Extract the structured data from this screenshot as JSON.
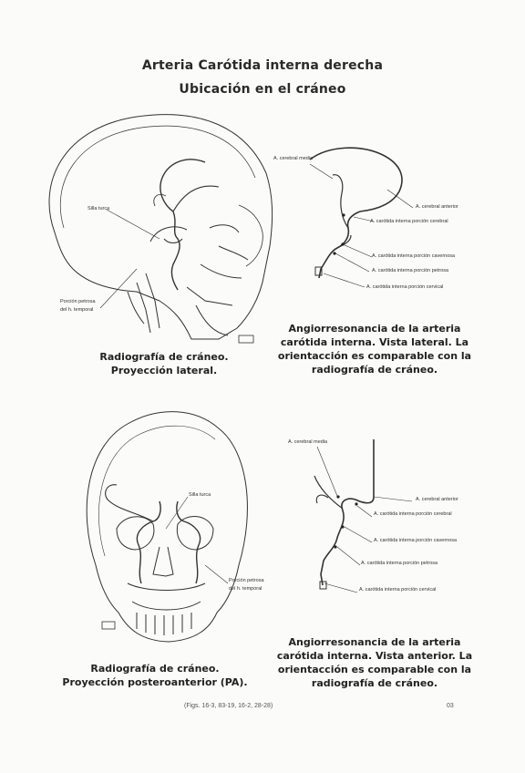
{
  "header": {
    "title": "Arteria Carótida interna derecha",
    "subtitle": "Ubicación en el cráneo"
  },
  "fig1": {
    "labels": {
      "silla": "Silla turca",
      "petrosa1": "Porción petrosa",
      "petrosa2": "del h. temporal"
    },
    "caption1": "Radiografía de cráneo.",
    "caption2": "Proyección lateral."
  },
  "fig2": {
    "labels": {
      "cmedia": "A. cerebral media",
      "canterior": "A. cerebral anterior",
      "cerebral": "A. carótida interna porción cerebral",
      "cavernosa": "A. carótida interna porción cavernosa",
      "petrosa": "A. carótida interna porción petrosa",
      "cervical": "A. carótida interna porción cervical"
    },
    "caption": [
      "Angiorresonancia de la arteria",
      "carótida interna. Vista lateral. La",
      "orientacción es comparable con la",
      "radiografía de cráneo."
    ]
  },
  "fig3": {
    "labels": {
      "silla": "Silla turca",
      "petrosa1": "Porción petrosa",
      "petrosa2": "del h. temporal"
    },
    "caption1": "Radiografía de cráneo.",
    "caption2": "Proyección posteroanterior (PA)."
  },
  "fig4": {
    "labels": {
      "cmedia": "A. cerebral media",
      "canterior": "A. cerebral anterior",
      "cerebral": "A. carótida interna porción cerebral",
      "cavernosa": "A. carótida interna porción cavernosa",
      "petrosa": "A. carótida interna porción petrosa",
      "cervical": "A. carótida interna porción cervical"
    },
    "caption": [
      "Angiorresonancia de la arteria",
      "carótida interna. Vista anterior. La",
      "orientacción es comparable con la",
      "radiografía de cráneo."
    ]
  },
  "footer": {
    "figs": "(Figs. 16-3, 83-19, 16-2, 28-28)",
    "page": "03"
  }
}
